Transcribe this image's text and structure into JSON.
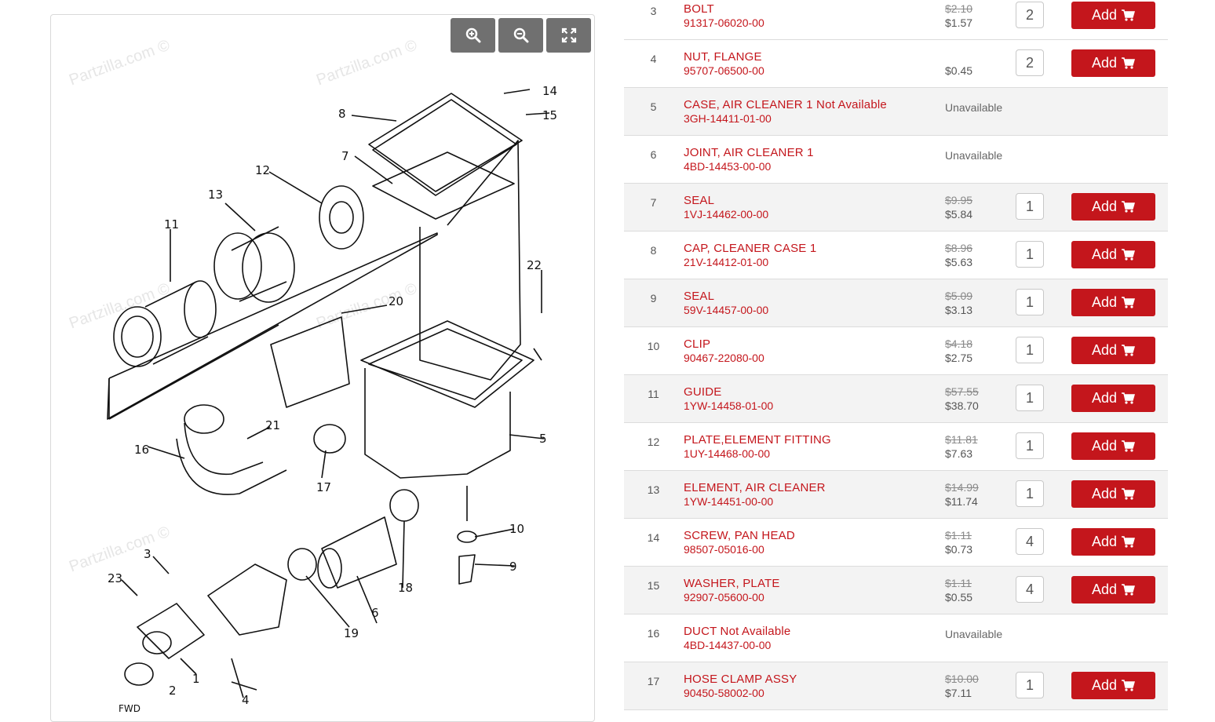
{
  "diagram": {
    "zoom_in": "zoom-in-icon",
    "zoom_out": "zoom-out-icon",
    "fullscreen": "fullscreen-icon",
    "watermark": "Partzilla.com ©",
    "callouts": [
      "1",
      "2",
      "3",
      "4",
      "5",
      "6",
      "7",
      "8",
      "9",
      "10",
      "11",
      "12",
      "13",
      "14",
      "15",
      "16",
      "17",
      "18",
      "19",
      "20",
      "21",
      "22",
      "23"
    ],
    "fwd_label": "FWD"
  },
  "colors": {
    "brand_red": "#c4161c",
    "button_gray": "#707070"
  },
  "parts": [
    {
      "ref": "3",
      "name": "BOLT",
      "number": "91317-06020-00",
      "old_price": "$2.10",
      "price": "$1.57",
      "qty": "2",
      "add": "Add",
      "available": true
    },
    {
      "ref": "4",
      "name": "NUT, FLANGE",
      "number": "95707-06500-00",
      "old_price": "",
      "price": "$0.45",
      "qty": "2",
      "add": "Add",
      "available": true
    },
    {
      "ref": "5",
      "name": "CASE, AIR CLEANER 1 Not Available",
      "number": "3GH-14411-01-00",
      "status": "Unavailable",
      "available": false
    },
    {
      "ref": "6",
      "name": "JOINT, AIR CLEANER 1",
      "number": "4BD-14453-00-00",
      "status": "Unavailable",
      "available": false
    },
    {
      "ref": "7",
      "name": "SEAL",
      "number": "1VJ-14462-00-00",
      "old_price": "$9.95",
      "price": "$5.84",
      "qty": "1",
      "add": "Add",
      "available": true
    },
    {
      "ref": "8",
      "name": "CAP, CLEANER CASE 1",
      "number": "21V-14412-01-00",
      "old_price": "$8.96",
      "price": "$5.63",
      "qty": "1",
      "add": "Add",
      "available": true
    },
    {
      "ref": "9",
      "name": "SEAL",
      "number": "59V-14457-00-00",
      "old_price": "$5.09",
      "price": "$3.13",
      "qty": "1",
      "add": "Add",
      "available": true
    },
    {
      "ref": "10",
      "name": "CLIP",
      "number": "90467-22080-00",
      "old_price": "$4.18",
      "price": "$2.75",
      "qty": "1",
      "add": "Add",
      "available": true
    },
    {
      "ref": "11",
      "name": "GUIDE",
      "number": "1YW-14458-01-00",
      "old_price": "$57.55",
      "price": "$38.70",
      "qty": "1",
      "add": "Add",
      "available": true
    },
    {
      "ref": "12",
      "name": "PLATE,ELEMENT FITTING",
      "number": "1UY-14468-00-00",
      "old_price": "$11.81",
      "price": "$7.63",
      "qty": "1",
      "add": "Add",
      "available": true
    },
    {
      "ref": "13",
      "name": "ELEMENT, AIR CLEANER",
      "number": "1YW-14451-00-00",
      "old_price": "$14.99",
      "price": "$11.74",
      "qty": "1",
      "add": "Add",
      "available": true
    },
    {
      "ref": "14",
      "name": "SCREW, PAN HEAD",
      "number": "98507-05016-00",
      "old_price": "$1.11",
      "price": "$0.73",
      "qty": "4",
      "add": "Add",
      "available": true
    },
    {
      "ref": "15",
      "name": "WASHER, PLATE",
      "number": "92907-05600-00",
      "old_price": "$1.11",
      "price": "$0.55",
      "qty": "4",
      "add": "Add",
      "available": true
    },
    {
      "ref": "16",
      "name": "DUCT Not Available",
      "number": "4BD-14437-00-00",
      "status": "Unavailable",
      "available": false
    },
    {
      "ref": "17",
      "name": "HOSE CLAMP ASSY",
      "number": "90450-58002-00",
      "old_price": "$10.00",
      "price": "$7.11",
      "qty": "1",
      "add": "Add",
      "available": true
    }
  ]
}
